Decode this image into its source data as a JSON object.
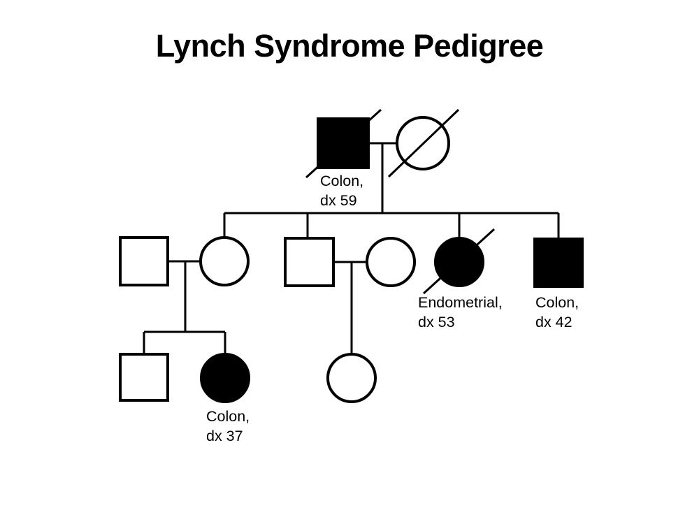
{
  "title": "Lynch Syndrome Pedigree",
  "diagram": {
    "type": "pedigree",
    "kind": "family-pedigree-chart",
    "background_color": "#ffffff",
    "line_color": "#000000",
    "affected_fill": "#000000",
    "unaffected_fill": "#ffffff",
    "legend_note": "filled symbol = affected; diagonal slash = deceased; square = male; circle = female",
    "generations": [
      {
        "id": "generation-1",
        "individuals": [
          {
            "id": "I-1",
            "sex": "male",
            "shape": "square",
            "affected": true,
            "deceased": true,
            "label_line1": "Colon,",
            "label_line2": "dx 59",
            "diagnosis": "Colon",
            "age_at_diagnosis": 59
          },
          {
            "id": "I-2",
            "sex": "female",
            "shape": "circle",
            "affected": false,
            "deceased": true,
            "label_line1": "",
            "label_line2": "",
            "diagnosis": "",
            "age_at_diagnosis": null
          }
        ]
      },
      {
        "id": "generation-2",
        "individuals": [
          {
            "id": "II-1",
            "sex": "male",
            "shape": "square",
            "affected": false,
            "deceased": false,
            "label_line1": "",
            "label_line2": "",
            "diagnosis": "",
            "age_at_diagnosis": null
          },
          {
            "id": "II-2",
            "sex": "female",
            "shape": "circle",
            "affected": false,
            "deceased": false,
            "label_line1": "",
            "label_line2": "",
            "diagnosis": "",
            "age_at_diagnosis": null
          },
          {
            "id": "II-3",
            "sex": "male",
            "shape": "square",
            "affected": false,
            "deceased": false,
            "label_line1": "",
            "label_line2": "",
            "diagnosis": "",
            "age_at_diagnosis": null
          },
          {
            "id": "II-4",
            "sex": "female",
            "shape": "circle",
            "affected": false,
            "deceased": false,
            "label_line1": "",
            "label_line2": "",
            "diagnosis": "",
            "age_at_diagnosis": null
          },
          {
            "id": "II-5",
            "sex": "female",
            "shape": "circle",
            "affected": true,
            "deceased": true,
            "label_line1": "Endometrial,",
            "label_line2": "dx 53",
            "diagnosis": "Endometrial",
            "age_at_diagnosis": 53
          },
          {
            "id": "II-6",
            "sex": "male",
            "shape": "square",
            "affected": true,
            "deceased": false,
            "label_line1": "Colon,",
            "label_line2": "dx 42",
            "diagnosis": "Colon",
            "age_at_diagnosis": 42
          }
        ]
      },
      {
        "id": "generation-3",
        "individuals": [
          {
            "id": "III-1",
            "sex": "male",
            "shape": "square",
            "affected": false,
            "deceased": false,
            "label_line1": "",
            "label_line2": "",
            "diagnosis": "",
            "age_at_diagnosis": null
          },
          {
            "id": "III-2",
            "sex": "female",
            "shape": "circle",
            "affected": true,
            "deceased": false,
            "label_line1": "Colon,",
            "label_line2": "dx 37",
            "diagnosis": "Colon",
            "age_at_diagnosis": 37
          },
          {
            "id": "III-3",
            "sex": "female",
            "shape": "circle",
            "affected": false,
            "deceased": false,
            "label_line1": "",
            "label_line2": "",
            "diagnosis": "",
            "age_at_diagnosis": null
          }
        ]
      }
    ],
    "labels": {
      "proband_g1_male": {
        "line1": "Colon,",
        "line2": "dx 59"
      },
      "g2_endometrial_female": {
        "line1": "Endometrial,",
        "line2": "dx 53"
      },
      "g2_colon_male": {
        "line1": "Colon,",
        "line2": "dx 42"
      },
      "g3_colon_female": {
        "line1": "Colon,",
        "line2": "dx 37"
      }
    }
  }
}
